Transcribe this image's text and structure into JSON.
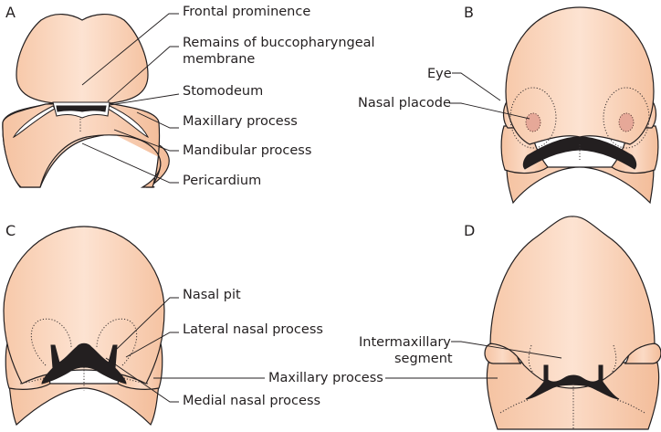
{
  "figure": {
    "panels": [
      {
        "id": "A",
        "labels": [
          "Frontal prominence",
          "Remains of buccopharyngeal",
          "membrane",
          "Stomodeum",
          "Maxillary process",
          "Mandibular process",
          "Pericardium"
        ]
      },
      {
        "id": "B",
        "labels": [
          "Eye",
          "Nasal placode"
        ]
      },
      {
        "id": "C",
        "labels": [
          "Nasal pit",
          "Lateral nasal process",
          "Medial nasal process"
        ]
      },
      {
        "id": "D",
        "labels": [
          "Intermaxillary",
          "segment"
        ]
      }
    ],
    "shared_label": "Maxillary process",
    "colors": {
      "skin_light": "#fde3d2",
      "skin_mid": "#f9cfb3",
      "skin_dark": "#f4bf9e",
      "outline": "#231f20",
      "placode": "#e6a898"
    }
  }
}
